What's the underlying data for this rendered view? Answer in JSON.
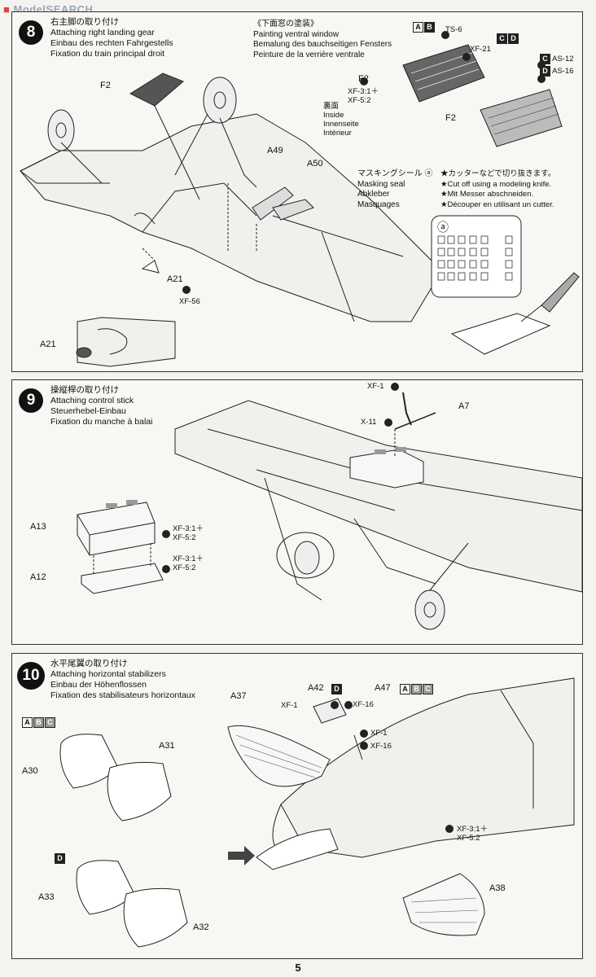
{
  "watermark": "ModelSEARCH",
  "page_number": "5",
  "step8": {
    "number": "8",
    "title_ja": "右主脚の取り付け",
    "title_en": "Attaching right landing gear",
    "title_de": "Einbau des rechten Fahrgestells",
    "title_fr": "Fixation du train principal droit",
    "paint_heading_ja": "《下面窓の塗装》",
    "paint_heading_en": "Painting ventral window",
    "paint_heading_de": "Bemalung des bauchseitigen Fensters",
    "paint_heading_fr": "Peinture de la verrière ventrale",
    "tag_ab": [
      "A",
      "B"
    ],
    "tag_cd": [
      "C",
      "D"
    ],
    "ts6": "TS-6",
    "xf21": "XF-21",
    "c_as12": "AS-12",
    "d_as16": "AS-16",
    "c": "C",
    "d": "D",
    "f2_top": "F2",
    "f2_win": "F2",
    "f2_win2": "F2",
    "inside_paint": "XF-3:1＋\nXF-5:2",
    "inside_ja": "裏面",
    "inside_en": "Inside",
    "inside_de": "Innenseite",
    "inside_fr": "Intérieur",
    "a49": "A49",
    "a50": "A50",
    "a21": "A21",
    "a21b": "A21",
    "xf56": "XF-56",
    "mask_ja": "マスキングシール ⓐ",
    "mask_en": "Masking seal",
    "mask_de": "Abkleber",
    "mask_fr": "Masquages",
    "cut_ja": "★カッターなどで切り抜きます。",
    "cut_en": "★Cut off using a modeling knife.",
    "cut_de": "★Mit Messer abschneiden.",
    "cut_fr": "★Découper en utilisant un cutter.",
    "seal_a": "ⓐ"
  },
  "step9": {
    "number": "9",
    "title_ja": "操縦桿の取り付け",
    "title_en": "Attaching control stick",
    "title_de": "Steuerhebel-Einbau",
    "title_fr": "Fixation du manche à balai",
    "xf1": "XF-1",
    "x11": "X-11",
    "a7": "A7",
    "a13": "A13",
    "a12": "A12",
    "paint1": "XF-3:1＋\nXF-5:2",
    "paint2": "XF-3:1＋\nXF-5:2"
  },
  "step10": {
    "number": "10",
    "title_ja": "水平尾翼の取り付け",
    "title_en": "Attaching horizontal stabilizers",
    "title_de": "Einbau der Höhenflossen",
    "title_fr": "Fixation des stabilisateurs horizontaux",
    "tag_abc": [
      "A",
      "B",
      "C"
    ],
    "tag_d": [
      "D"
    ],
    "a42": "A42",
    "a47": "A47",
    "a37": "A37",
    "a38": "A38",
    "a30": "A30",
    "a31": "A31",
    "a32": "A32",
    "a33": "A33",
    "xf1_a": "XF-1",
    "xf16_a": "XF-16",
    "xf1_b": "XF-1",
    "xf16_b": "XF-16",
    "paint": "XF-3:1＋\nXF-5:2"
  }
}
